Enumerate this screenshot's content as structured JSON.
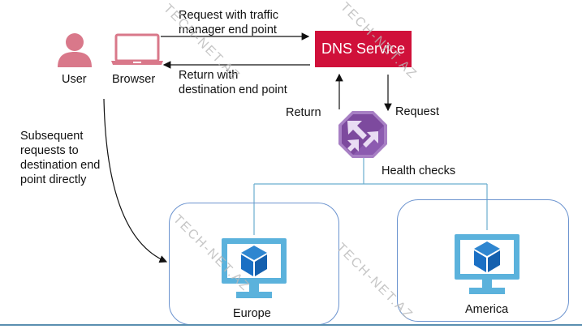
{
  "actors": {
    "user": "User",
    "browser": "Browser"
  },
  "flows": {
    "request": "Request with traffic\nmanager end point",
    "return": "Return with\ndestination end point",
    "tm_return": "Return",
    "tm_request": "Request",
    "health_checks": "Health checks",
    "subsequent": "Subsequent\nrequests to\ndestination end\npoint directly"
  },
  "dns_service": {
    "label": "DNS Service"
  },
  "traffic_manager": {
    "icon": "traffic-manager-icon"
  },
  "regions": [
    {
      "name": "Europe",
      "icon": "virtual-machine-icon"
    },
    {
      "name": "America",
      "icon": "virtual-machine-icon"
    }
  ],
  "watermark": "TECH-NET.AZ",
  "colors": {
    "dns": "#d0103a",
    "user_icon": "#d9788a",
    "traffic_manager": "#8a5aa8",
    "vm_monitor": "#5bb2dc",
    "vm_cube": "#1a6fc4",
    "region_border": "#6b93cf",
    "connector": "#6aaecf"
  }
}
